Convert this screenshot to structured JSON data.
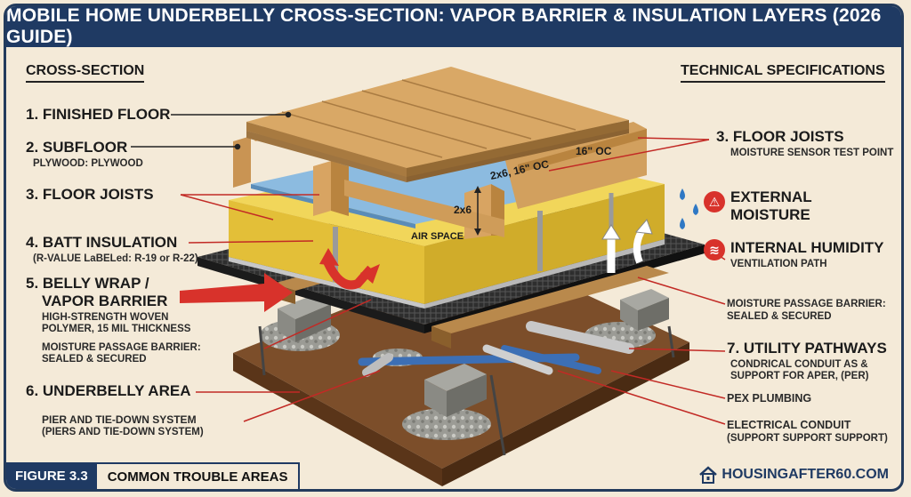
{
  "title": "MOBILE HOME UNDERBELLY CROSS-SECTION: VAPOR BARRIER & INSULATION LAYERS (2026 GUIDE)",
  "left_heading": "CROSS-SECTION",
  "right_heading": "TECHNICAL SPECIFICATIONS",
  "left_labels": [
    {
      "title": "1. FINISHED FLOOR",
      "sub": ""
    },
    {
      "title": "2. SUBFLOOR",
      "sub": "PLYWOOD: PLYWOOD"
    },
    {
      "title": "3. FLOOR JOISTS",
      "sub": ""
    },
    {
      "title": "4. BATT INSULATION",
      "sub": "(R-VALUE LaBELed: R-19 or R-22)"
    },
    {
      "title": "5. BELLY WRAP /",
      "title2": "VAPOR BARRIER",
      "sub": "HIGH-STRENGTH WOVEN",
      "sub2": "POLYMER, 15 MIL THICKNESS"
    },
    {
      "title": "",
      "sub": "MOISTURE PASSAGE BARRIER:",
      "sub2": "SEALED & SECURED"
    },
    {
      "title": "6. UNDERBELLY AREA",
      "sub": ""
    },
    {
      "title": "PIER AND TIE-DOWN SYSTEM",
      "sub": "(PIERS AND TIE-DOWN SYSTEM)"
    }
  ],
  "right_labels": {
    "joists_title": "3. FLOOR JOISTS",
    "joists_sub": "MOISTURE SENSOR TEST POINT",
    "ext_title": "EXTERNAL",
    "ext_title2": "MOISTURE",
    "int_title": "INTERNAL HUMIDITY",
    "int_sub": "VENTILATION PATH",
    "barrier_sub": "MOISTURE PASSAGE BARRIER:",
    "barrier_sub2": "SEALED & SECURED",
    "util_title": "7. UTILITY PATHWAYS",
    "util_sub": "CONDRICAL CONDUIT AS &",
    "util_sub2": "SUPPORT FOR APER, (PER)",
    "pex": "PEX PLUMBING",
    "elec": "ELECTRICAL CONDUIT",
    "elec_sub": "(SUPPORT SUPPORT SUPPORT)"
  },
  "diagram_text": {
    "oc1": "16\" OC",
    "oc2": "2x6, 16\" OC",
    "size": "2x6",
    "air": "AIR SPACE"
  },
  "footer": {
    "figure": "FIGURE 3.3",
    "caption": "COMMON TROUBLE AREAS",
    "brand": "HOUSINGAFTER60.COM"
  },
  "colors": {
    "title_bg": "#1f3a63",
    "accent_red": "#d8322b",
    "wood": "#d9a866",
    "insulation": "#e8cc4a",
    "barrier": "#2b2b2b",
    "soil": "#8a5a32",
    "blue_foil": "#7fb0d8"
  }
}
